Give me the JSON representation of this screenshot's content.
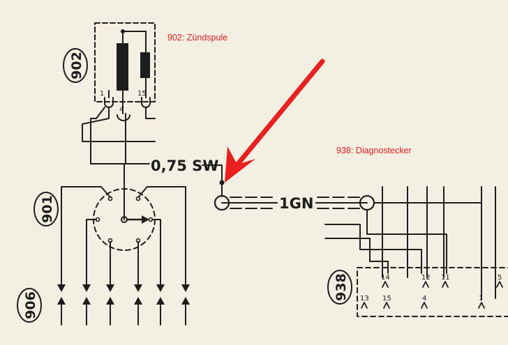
{
  "annotations": {
    "ignition_coil": "902: Zündspule",
    "diagnostic_plug": "938: Diagnostecker"
  },
  "wire": {
    "label_sw": "0,75 SW",
    "label_gn": "1GN"
  },
  "components": {
    "coil_id": "902",
    "distributor_id": "901",
    "plug_id": "906",
    "diag_id": "938"
  },
  "coil_terminals": [
    "1",
    "4",
    "15"
  ],
  "diag_pins_upper": [
    "14",
    "12",
    "11",
    "5"
  ],
  "diag_pins_lower": [
    "13",
    "15",
    "4",
    "1"
  ],
  "colors": {
    "annotation": "#d81f1f",
    "arrow": "#e8201f",
    "ink": "#1d1d1d",
    "paper": "#f3efe2"
  }
}
